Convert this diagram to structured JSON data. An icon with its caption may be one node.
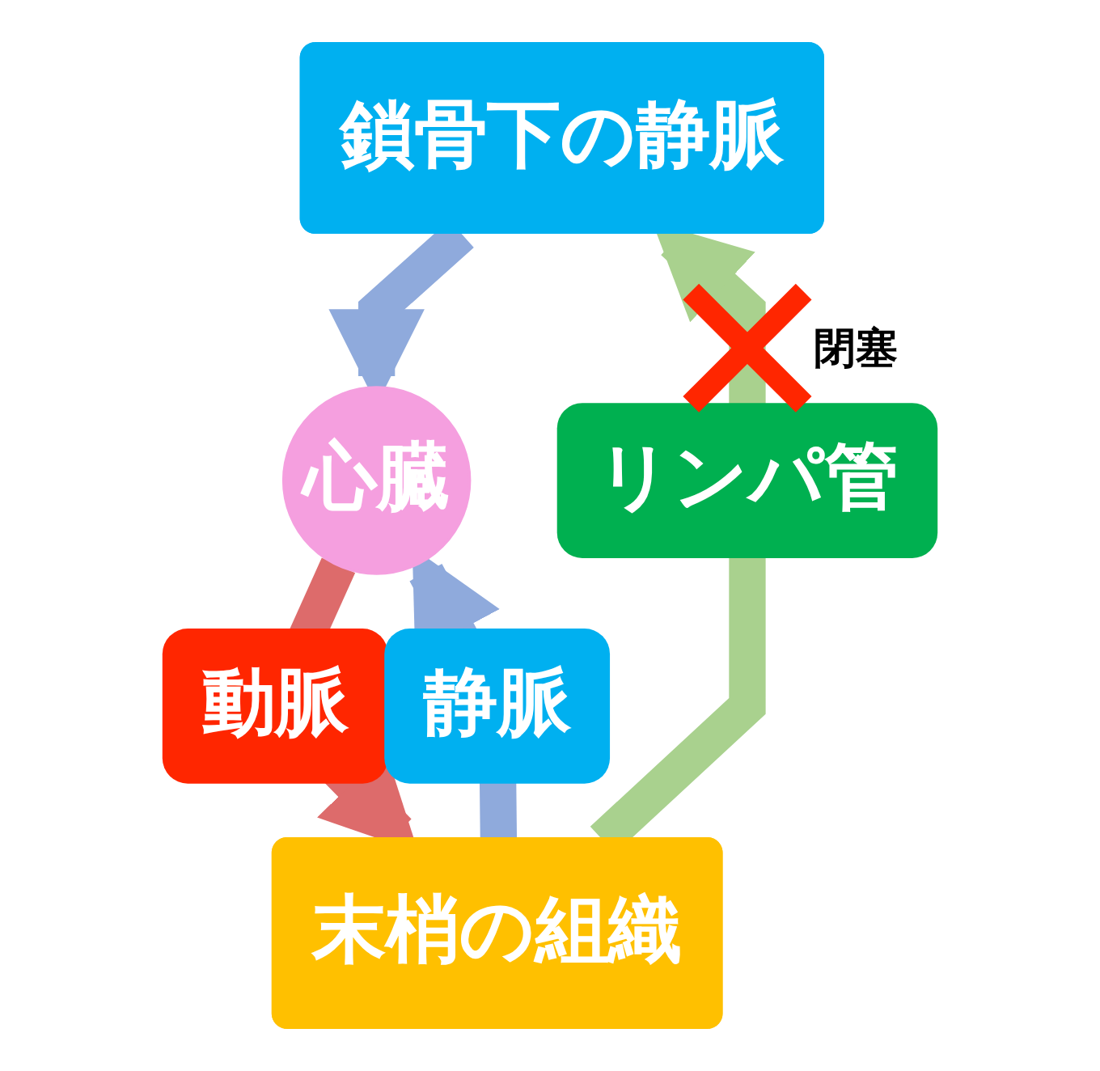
{
  "diagram": {
    "nodes": [
      {
        "text": [
          "鎖骨下の静脈"
        ]
      },
      {
        "text": [
          "心臓"
        ]
      },
      {
        "text": [
          "末梢の組織"
        ]
      }
    ],
    "edges": [
      {
        "from": 0,
        "to": 1,
        "arrow": "to"
      },
      {
        "from": 1,
        "to": 2,
        "arrow": "to",
        "label": "動脈",
        "color": "#dd6b6b"
      },
      {
        "from": 2,
        "to": 1,
        "arrow": "to",
        "label": "静脈"
      },
      {
        "from": 2,
        "to": 0,
        "arrow": "to",
        "label": "リンパ管",
        "color": "#a9d18e"
      }
    ],
    "labels": [
      "閉塞"
    ]
  }
}
